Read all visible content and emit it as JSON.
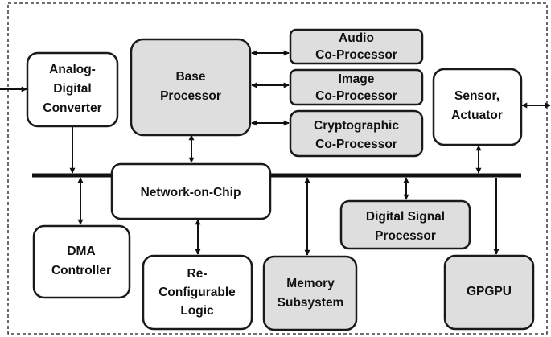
{
  "diagram": {
    "blocks": {
      "adc": [
        "Analog-",
        "Digital",
        "Converter"
      ],
      "base_processor": [
        "Base",
        "Processor"
      ],
      "audio": [
        "Audio",
        "Co-Processor"
      ],
      "image": [
        "Image",
        "Co-Processor"
      ],
      "crypto": [
        "Cryptographic",
        "Co-Processor"
      ],
      "sensor": [
        "Sensor,",
        "Actuator"
      ],
      "noc": [
        "Network-on-Chip"
      ],
      "dsp": [
        "Digital Signal",
        "Processor"
      ],
      "dma": [
        "DMA",
        "Controller"
      ],
      "reconfig": [
        "Re-",
        "Configurable",
        "Logic"
      ],
      "memory": [
        "Memory",
        "Subsystem"
      ],
      "gpgpu": [
        "GPGPU"
      ]
    }
  }
}
